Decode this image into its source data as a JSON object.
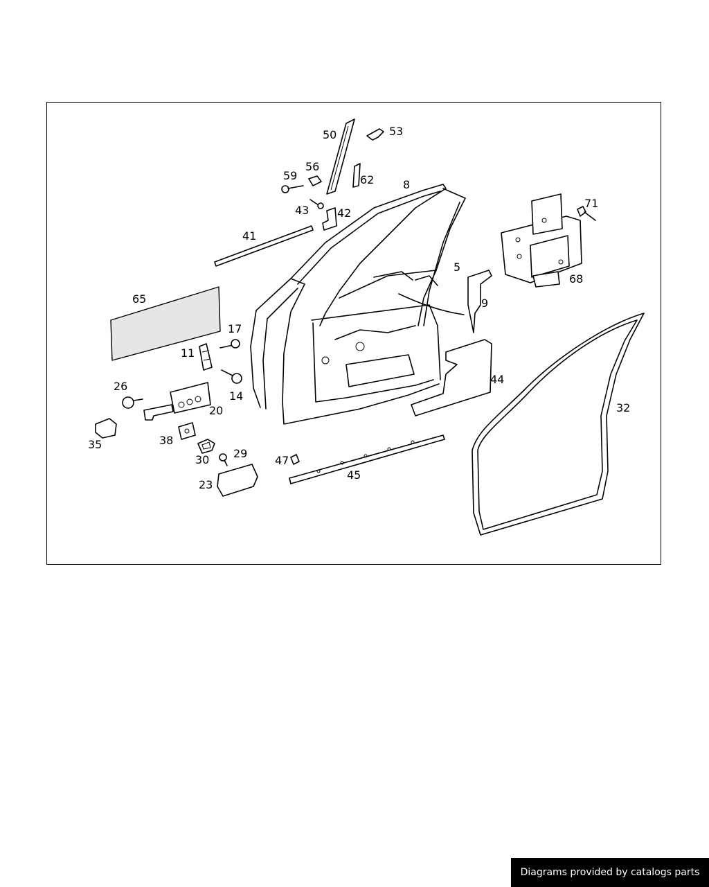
{
  "diagram": {
    "callouts": {
      "c50": "50",
      "c53": "53",
      "c56": "56",
      "c59": "59",
      "c62": "62",
      "c8": "8",
      "c43": "43",
      "c42": "42",
      "c41": "41",
      "c71": "71",
      "c5": "5",
      "c68": "68",
      "c9": "9",
      "c65": "65",
      "c17": "17",
      "c11": "11",
      "c14": "14",
      "c26": "26",
      "c20": "20",
      "c44": "44",
      "c32": "32",
      "c35": "35",
      "c38": "38",
      "c30": "30",
      "c29": "29",
      "c47": "47",
      "c45": "45",
      "c23": "23"
    }
  },
  "footer": {
    "credit": "Diagrams provided by catalogs parts"
  }
}
